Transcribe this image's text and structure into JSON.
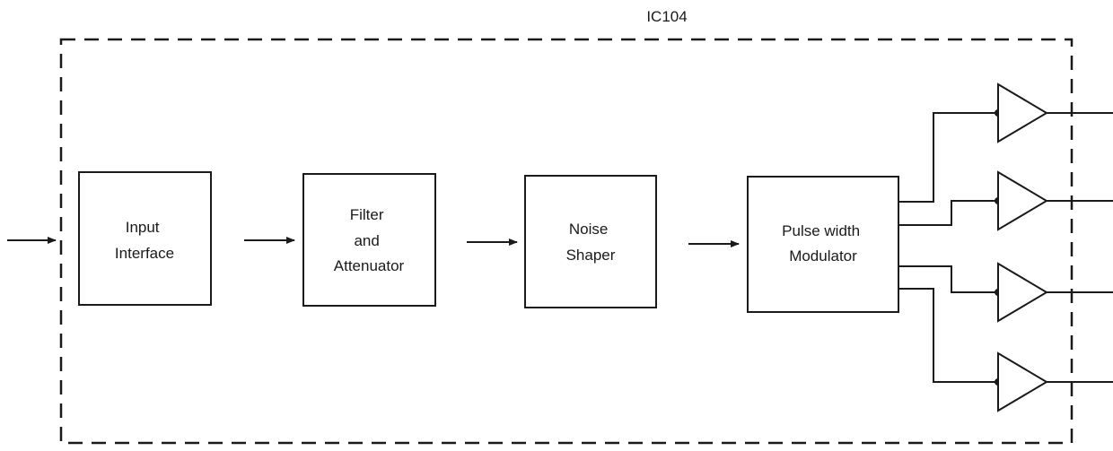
{
  "diagram": {
    "chip_label": "IC104",
    "blocks": [
      {
        "id": "input-interface",
        "lines": [
          "Input",
          "Interface"
        ]
      },
      {
        "id": "filter-and-attenuator",
        "lines": [
          "Filter",
          "and",
          "Attenuator"
        ]
      },
      {
        "id": "noise-shaper",
        "lines": [
          "Noise",
          "Shaper"
        ]
      },
      {
        "id": "pulse-width-modulator",
        "lines": [
          "Pulse width",
          "Modulator"
        ]
      }
    ],
    "output_buffer_count": 4,
    "line_color": "#1a1a1a",
    "background_color": "#ffffff"
  }
}
